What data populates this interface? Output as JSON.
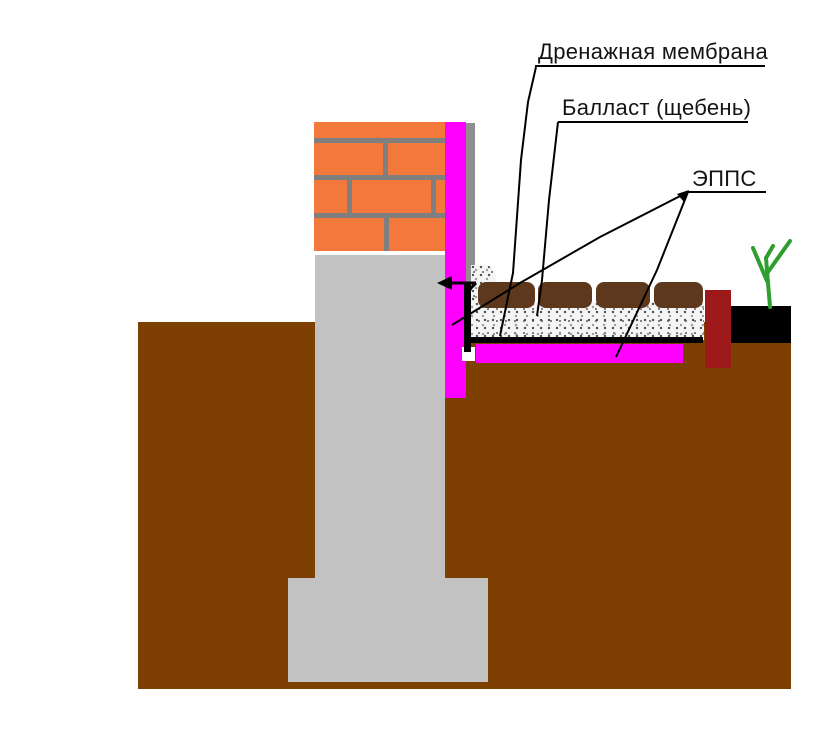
{
  "diagram": {
    "kind": "construction cross-section, foundation blind-area insulation scheme",
    "labels": {
      "drainage_membrane": "Дренажная мембрана",
      "ballast": "Балласт (щебень)",
      "epps": "ЭППС"
    },
    "elements": {
      "brick_wall": "кирпичная стена",
      "foundation_wall": "бетонный фундамент",
      "foundation_footing": "подошва фундамента",
      "wall_insulation_epps": "вертикальный утеплитель ЭППС",
      "skirt_insulation_epps": "горизонтальный утеплитель ЭППС",
      "drainage_membrane_line": "дренажная мембрана",
      "ballast_gravel": "балласт (щебень)",
      "paver_blocks": "тротуарные блоки",
      "curb_stone": "бордюр",
      "topsoil": "плодородный слой",
      "soil": "грунт",
      "plant": "росток"
    },
    "palette": {
      "background": "#FFFFFF",
      "soil_brown": "#7D3F02",
      "brick_orange": "#F2793B",
      "mortar_gray": "#7F7F7F",
      "concrete_gray": "#C2C2C2",
      "insulation_magenta": "#FF00FF",
      "membrane_black": "#000000",
      "gravel_light": "#F5F5F5",
      "block_dark_brown": "#5D381D",
      "curb_dark_red": "#9E1A1A",
      "topsoil_black": "#000000",
      "plant_green": "#2E9E2E",
      "line_black": "#000000"
    }
  }
}
